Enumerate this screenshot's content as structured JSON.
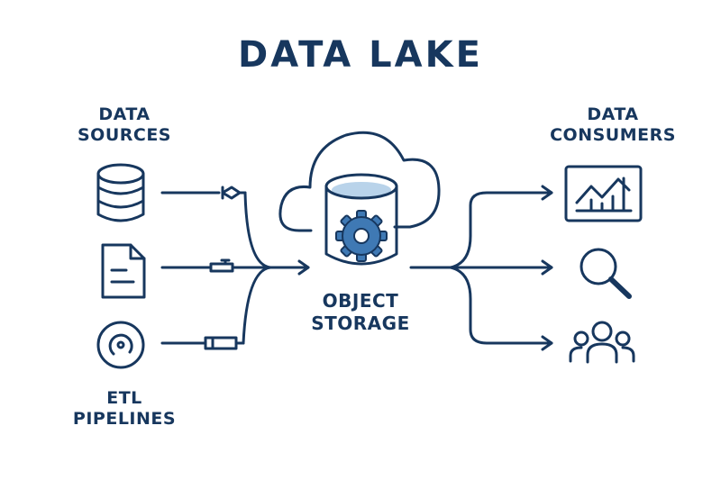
{
  "diagram": {
    "title": "DATA LAKE",
    "sources_label": [
      "DATA",
      "SOURCES"
    ],
    "consumers_label": [
      "DATA",
      "CONSUMERS"
    ],
    "storage_label": [
      "OBJECT",
      "STORAGE"
    ],
    "etl_label": [
      "ETL",
      "PIPELINES"
    ]
  },
  "colors": {
    "primary": "#17375e",
    "water": "#b9d3ea",
    "gear": "#3f79b4"
  },
  "icons": {
    "sources": [
      "database-icon",
      "document-icon",
      "stream-icon"
    ],
    "center": [
      "cloud-icon",
      "storage-cylinder-icon",
      "gear-icon"
    ],
    "consumers": [
      "chart-icon",
      "search-icon",
      "users-icon"
    ]
  }
}
